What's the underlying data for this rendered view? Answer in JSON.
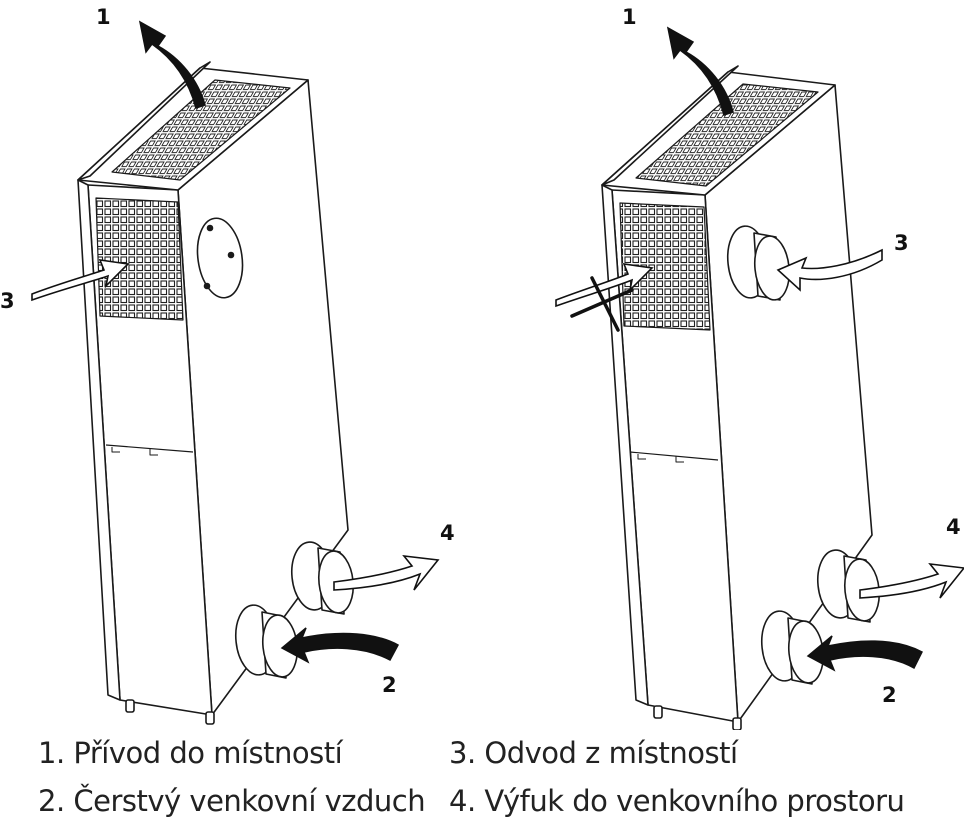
{
  "labels": {
    "left_unit": {
      "top": "1",
      "side": "3",
      "outlet": "4",
      "inlet": "2"
    },
    "right_unit": {
      "top": "1",
      "side": "3",
      "outlet": "4",
      "inlet": "2"
    }
  },
  "legend": {
    "item1": "1. Přívod do místností",
    "item2": "2. Čerstvý venkovní vzduch",
    "item3": "3. Odvod z místností",
    "item4": "4. Výfuk do venkovního prostoru"
  },
  "colors": {
    "stroke": "#1a1a1a",
    "fill": "#ffffff",
    "arrow_dark": "#111111"
  }
}
